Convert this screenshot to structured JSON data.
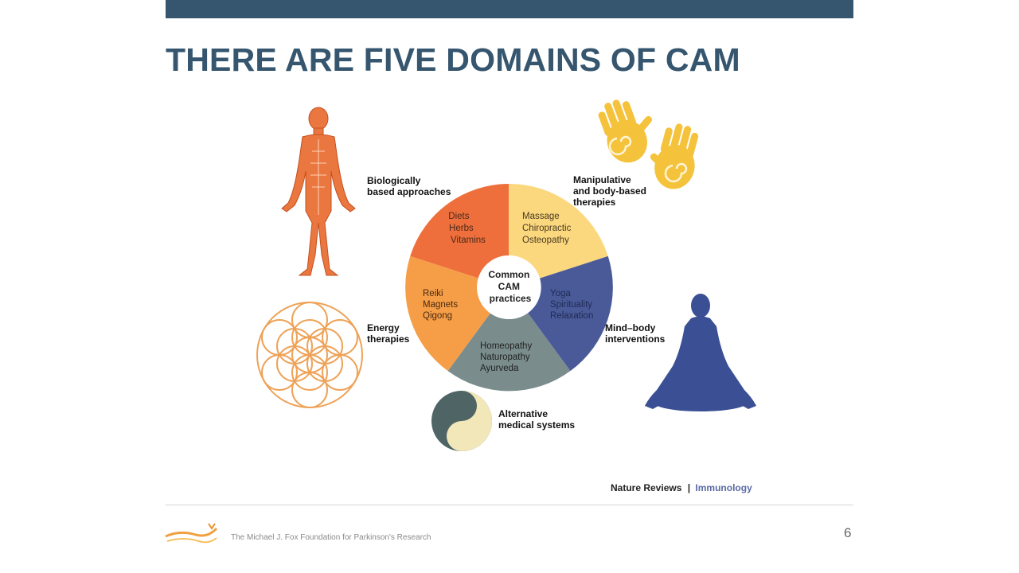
{
  "slide": {
    "title": "THERE ARE FIVE DOMAINS OF CAM",
    "page_number": "6",
    "footer_org": "The Michael J. Fox Foundation for Parkinson's Research"
  },
  "diagram": {
    "center_label": [
      "Common",
      "CAM",
      "practices"
    ],
    "segments": [
      {
        "id": "biological",
        "color": "#ee6f3c",
        "items": [
          "Diets",
          "Herbs",
          "Vitamins"
        ],
        "label": [
          "Biologically",
          "based approaches"
        ]
      },
      {
        "id": "manipulative",
        "color": "#fbd87e",
        "items": [
          "Massage",
          "Chiropractic",
          "Osteopathy"
        ],
        "label": [
          "Manipulative",
          "and body-based",
          "therapies"
        ]
      },
      {
        "id": "mindbody",
        "color": "#4a5a98",
        "items": [
          "Yoga",
          "Spirituality",
          "Relaxation"
        ],
        "label": [
          "Mind–body",
          "interventions"
        ]
      },
      {
        "id": "alternative",
        "color": "#7a8c8c",
        "items": [
          "Homeopathy",
          "Naturopathy",
          "Ayurveda"
        ],
        "label": [
          "Alternative",
          "medical systems"
        ]
      },
      {
        "id": "energy",
        "color": "#f59e47",
        "items": [
          "Reiki",
          "Magnets",
          "Qigong"
        ],
        "label": [
          "Energy",
          "therapies"
        ]
      }
    ],
    "source_journal": "Nature Reviews",
    "source_separator": "|",
    "source_subject": "Immunology"
  },
  "colors": {
    "title": "#35566e",
    "biological": "#ee6f3c",
    "manipulative": "#fbd87e",
    "mindbody": "#4a5a98",
    "alternative": "#7a8c8c",
    "energy": "#f59e47",
    "human_figure": "#ea7740",
    "hands": "#f5c23c",
    "meditator": "#3b4f94",
    "flower_of_life": "#eea257"
  }
}
